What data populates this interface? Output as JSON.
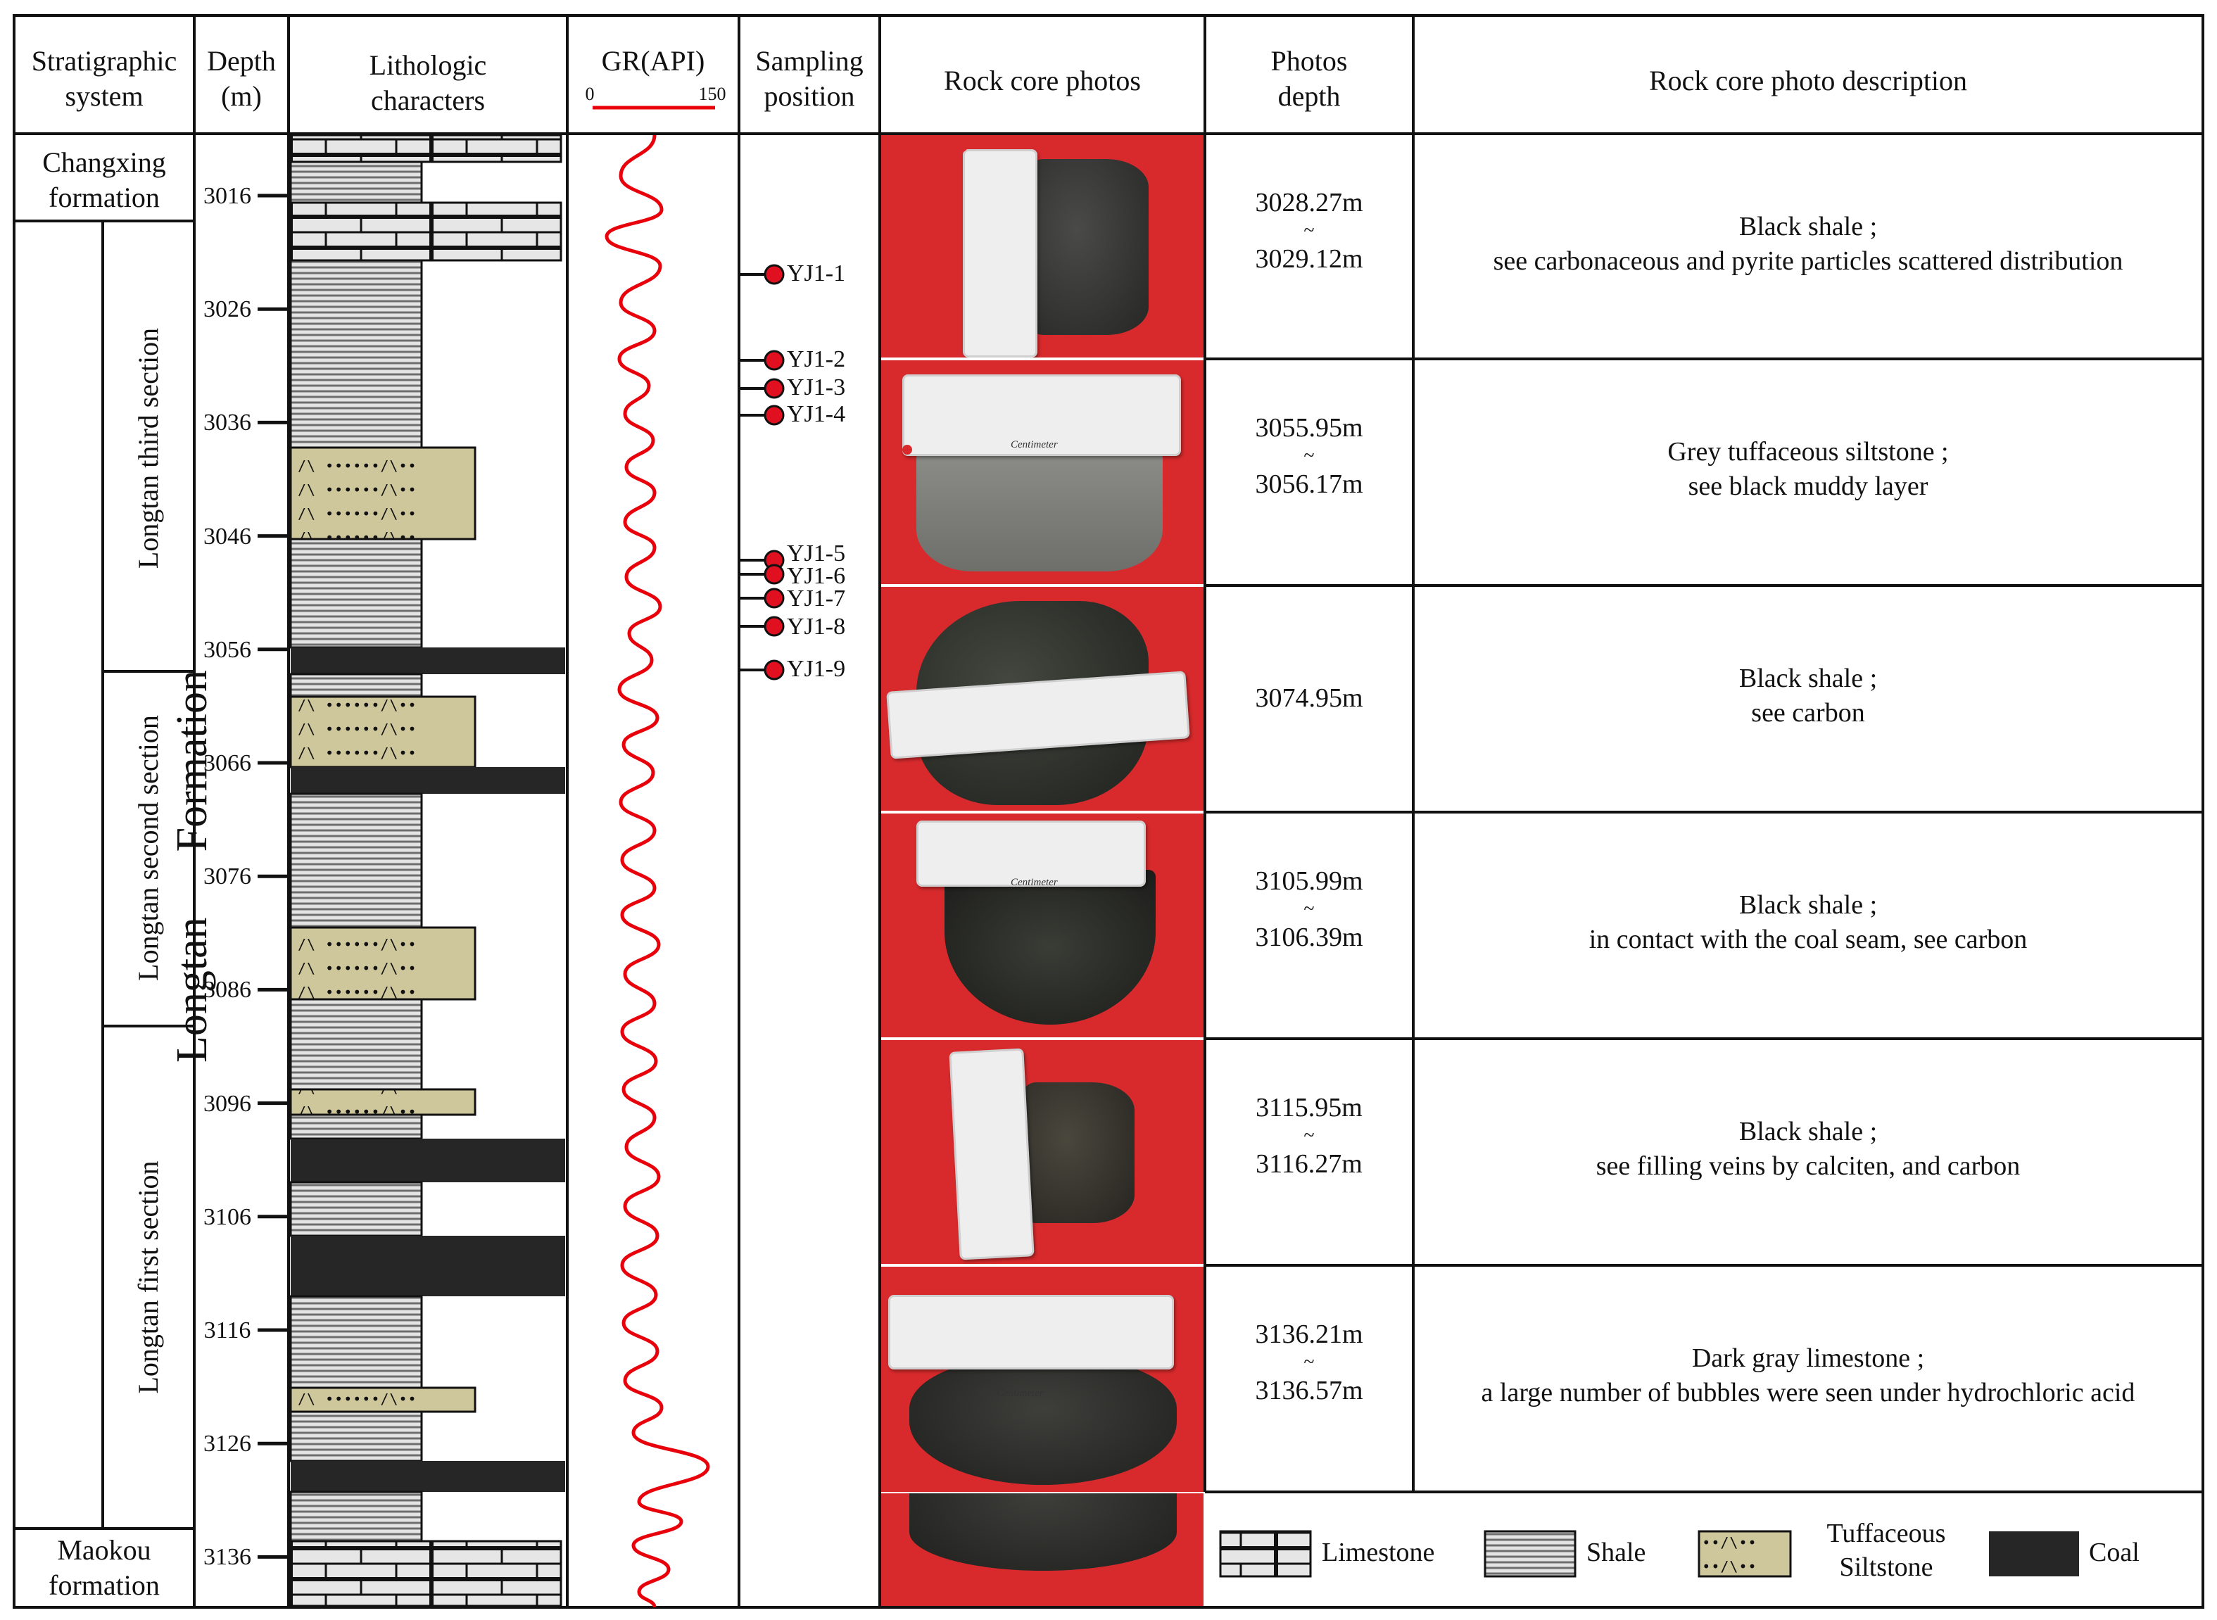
{
  "headers": {
    "strat": "Stratigraphic\nsystem",
    "depth": "Depth\n(m)",
    "litho": "Lithologic\ncharacters",
    "gr": "GR(API)",
    "gr_min": "0",
    "gr_max": "150",
    "sampling": "Sampling\nposition",
    "photos": "Rock core photos",
    "photo_depth": "Photos\ndepth",
    "description": "Rock core photo description"
  },
  "strat": {
    "changxing": "Changxing\nformation",
    "longtan_formation": "Longtan      Formation",
    "longtan_third": "Longtan third section",
    "longtan_second": "Longtan second section",
    "longtan_first": "Longtan first section",
    "maokou": "Maokou\nformation"
  },
  "depth_ticks": [
    "3016",
    "3026",
    "3036",
    "3046",
    "3056",
    "3066",
    "3076",
    "3086",
    "3096",
    "3106",
    "3116",
    "3126",
    "3136"
  ],
  "samples": [
    "YJ1-1",
    "YJ1-2",
    "YJ1-3",
    "YJ1-4",
    "YJ1-5",
    "YJ1-6",
    "YJ1-7",
    "YJ1-8",
    "YJ1-9"
  ],
  "photo_rows": [
    {
      "depth_top": "3028.27m",
      "tilde": "~",
      "depth_bottom": "3029.12m",
      "desc1": "Black shale ;",
      "desc2": "see carbonaceous and pyrite particles scattered distribution"
    },
    {
      "depth_top": "3055.95m",
      "tilde": "~",
      "depth_bottom": "3056.17m",
      "desc1": "Grey tuffaceous siltstone ;",
      "desc2": "see black muddy layer"
    },
    {
      "depth_top": "3074.95m",
      "tilde": "",
      "depth_bottom": "",
      "desc1": "Black shale ;",
      "desc2": "see carbon"
    },
    {
      "depth_top": "3105.99m",
      "tilde": "~",
      "depth_bottom": "3106.39m",
      "desc1": "Black shale ;",
      "desc2": "in contact with the coal seam, see carbon"
    },
    {
      "depth_top": "3115.95m",
      "tilde": "~",
      "depth_bottom": "3116.27m",
      "desc1": "Black shale ;",
      "desc2": "see filling veins  by calciten, and carbon"
    },
    {
      "depth_top": "3136.21m",
      "tilde": "~",
      "depth_bottom": "3136.57m",
      "desc1": "Dark gray limestone ;",
      "desc2": "a large number of bubbles were seen under hydrochloric acid"
    }
  ],
  "scale_label": "Centimeter",
  "legend": {
    "limestone": "Limestone",
    "shale": "Shale",
    "tuffaceous": "Tuffaceous\nSiltstone",
    "coal": "Coal"
  },
  "colors": {
    "gr_curve": "#e8000b",
    "sample_dot": "#e01020",
    "photo_bg": "#d82a2c",
    "tuff_fill": "#cfc79c",
    "coal": "#262626",
    "shale_line": "#6e6e6e"
  }
}
